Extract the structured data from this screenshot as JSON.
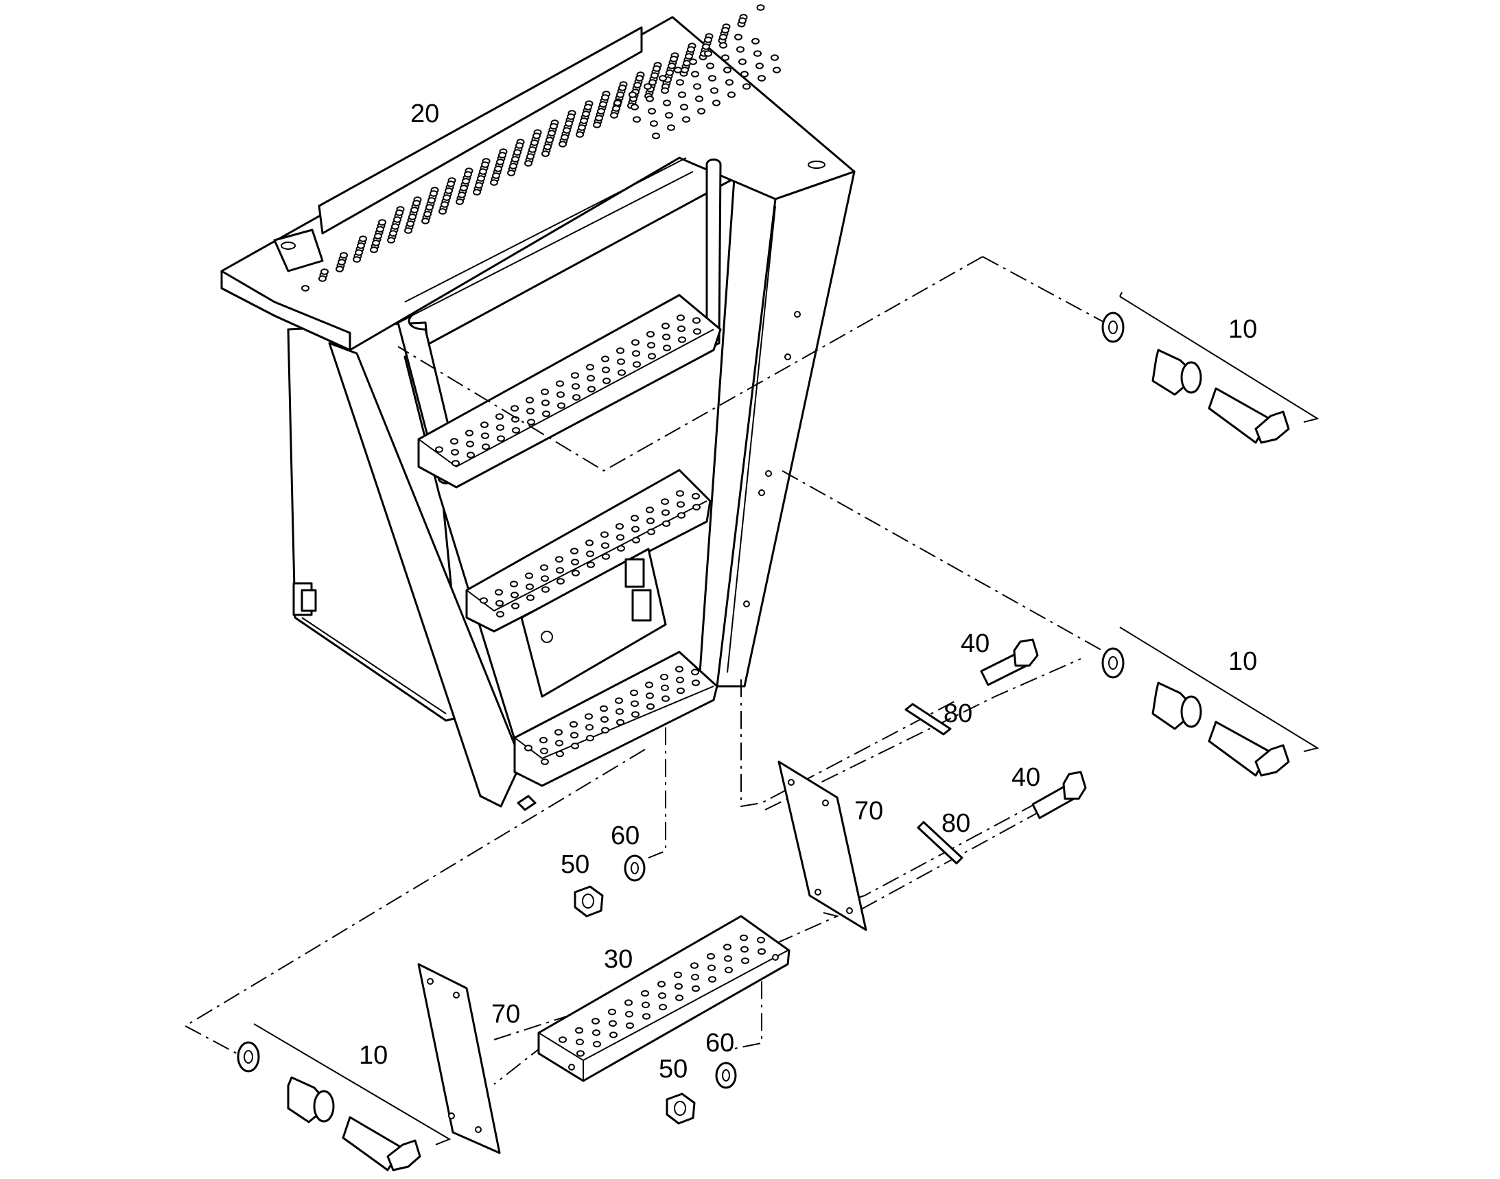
{
  "callouts": {
    "c20": "20",
    "c10a": "10",
    "c10b": "10",
    "c10c": "10",
    "c40a": "40",
    "c40b": "40",
    "c80a": "80",
    "c80b": "80",
    "c70a": "70",
    "c70b": "70",
    "c60a": "60",
    "c60b": "60",
    "c50a": "50",
    "c50b": "50",
    "c30": "30"
  },
  "colors": {
    "line": "#000000",
    "background": "#ffffff"
  }
}
